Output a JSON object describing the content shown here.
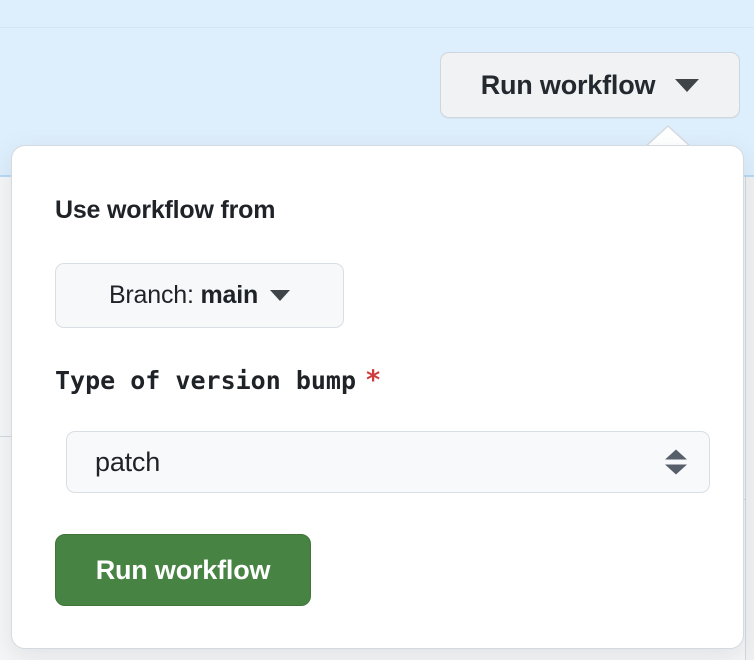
{
  "background": {
    "band_color": "#ddeefc",
    "panel_color": "#f5f6f7"
  },
  "trigger": {
    "label": "Run workflow",
    "caret_icon": "chevron-down-icon"
  },
  "popup": {
    "section_title": "Use workflow from",
    "branch_selector": {
      "prefix": "Branch:",
      "value": "main",
      "caret_icon": "chevron-down-icon"
    },
    "field": {
      "label": "Type of version bump",
      "required_marker": "*",
      "required_color": "#cf3c3c",
      "select": {
        "value": "patch",
        "stepper_icon": "sort-updown-icon"
      }
    },
    "submit": {
      "label": "Run workflow",
      "color": "#478342"
    }
  }
}
